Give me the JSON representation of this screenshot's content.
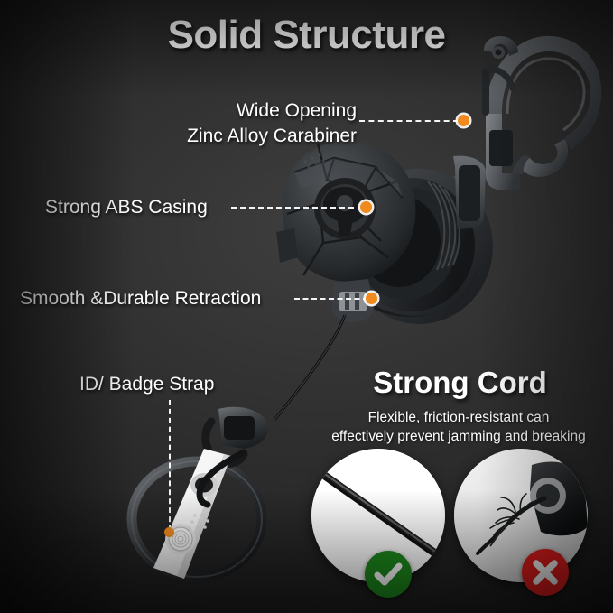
{
  "title": "Solid Structure",
  "theme": {
    "background_dark": "#222222",
    "background_light": "#3e3e3e",
    "text": "#ffffff",
    "marker_dot": "#f08a1e",
    "check_green": "#1d8a1d",
    "cross_red": "#e81d1d",
    "metal_gray": "#5b5f63",
    "casing_black": "#2d2f31"
  },
  "callouts": [
    {
      "id": "carabiner",
      "line1": "Wide Opening",
      "line2": "Zinc Alloy Carabiner"
    },
    {
      "id": "casing",
      "line1": "Strong ABS Casing"
    },
    {
      "id": "retraction",
      "line1": "Smooth &Durable Retraction"
    },
    {
      "id": "strap",
      "line1": "ID/ Badge Strap"
    }
  ],
  "cord_section": {
    "title": "Strong Cord",
    "subtitle_line1": "Flexible, friction-resistant can",
    "subtitle_line2": "effectively prevent jamming and breaking"
  },
  "comparison": [
    {
      "id": "good",
      "badge": "check-icon",
      "badge_symbol": "✔",
      "caption": ""
    },
    {
      "id": "bad",
      "badge": "cross-icon",
      "badge_symbol": "✖",
      "caption": ""
    }
  ]
}
